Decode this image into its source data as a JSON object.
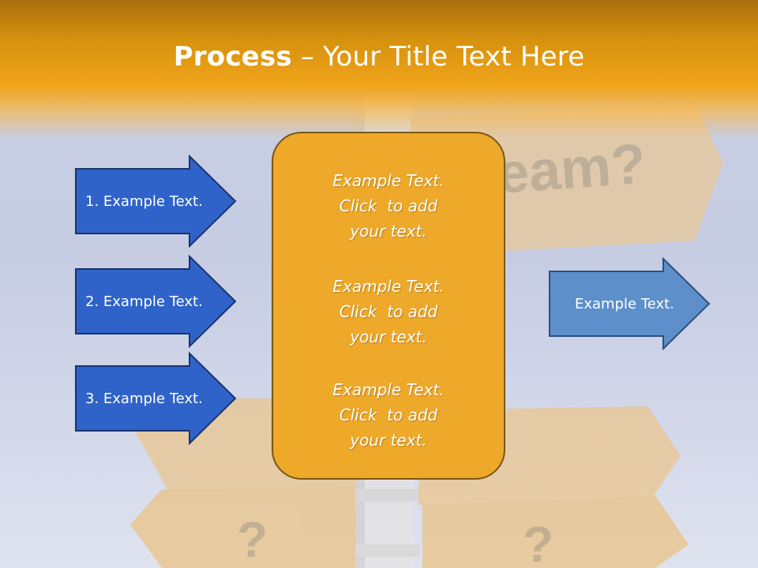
{
  "slide": {
    "title_strong": "Process",
    "title_rest": " – Your Title Text Here",
    "background": {
      "sign_text": "eam?",
      "sign_question_mark_1": "?",
      "sign_question_mark_2": "?"
    },
    "left_arrows": [
      {
        "label": "1. Example Text."
      },
      {
        "label": "2. Example Text."
      },
      {
        "label": "3. Example Text."
      }
    ],
    "center_box": {
      "blocks": [
        {
          "lines": [
            "Example Text.",
            "Click  to add",
            "your text."
          ]
        },
        {
          "lines": [
            "Example Text.",
            "Click  to add",
            "your text."
          ]
        },
        {
          "lines": [
            "Example Text.",
            "Click  to add",
            "your text."
          ]
        }
      ]
    },
    "right_arrow": {
      "label": "Example Text."
    },
    "colors": {
      "left_arrow_fill": "#2f63c9",
      "left_arrow_border": "#1a3370",
      "right_arrow_fill": "#5d8fcb",
      "right_arrow_border": "#2e4f7d",
      "center_box_fill": "#eea92a",
      "title_bar": "#e9a015"
    }
  }
}
